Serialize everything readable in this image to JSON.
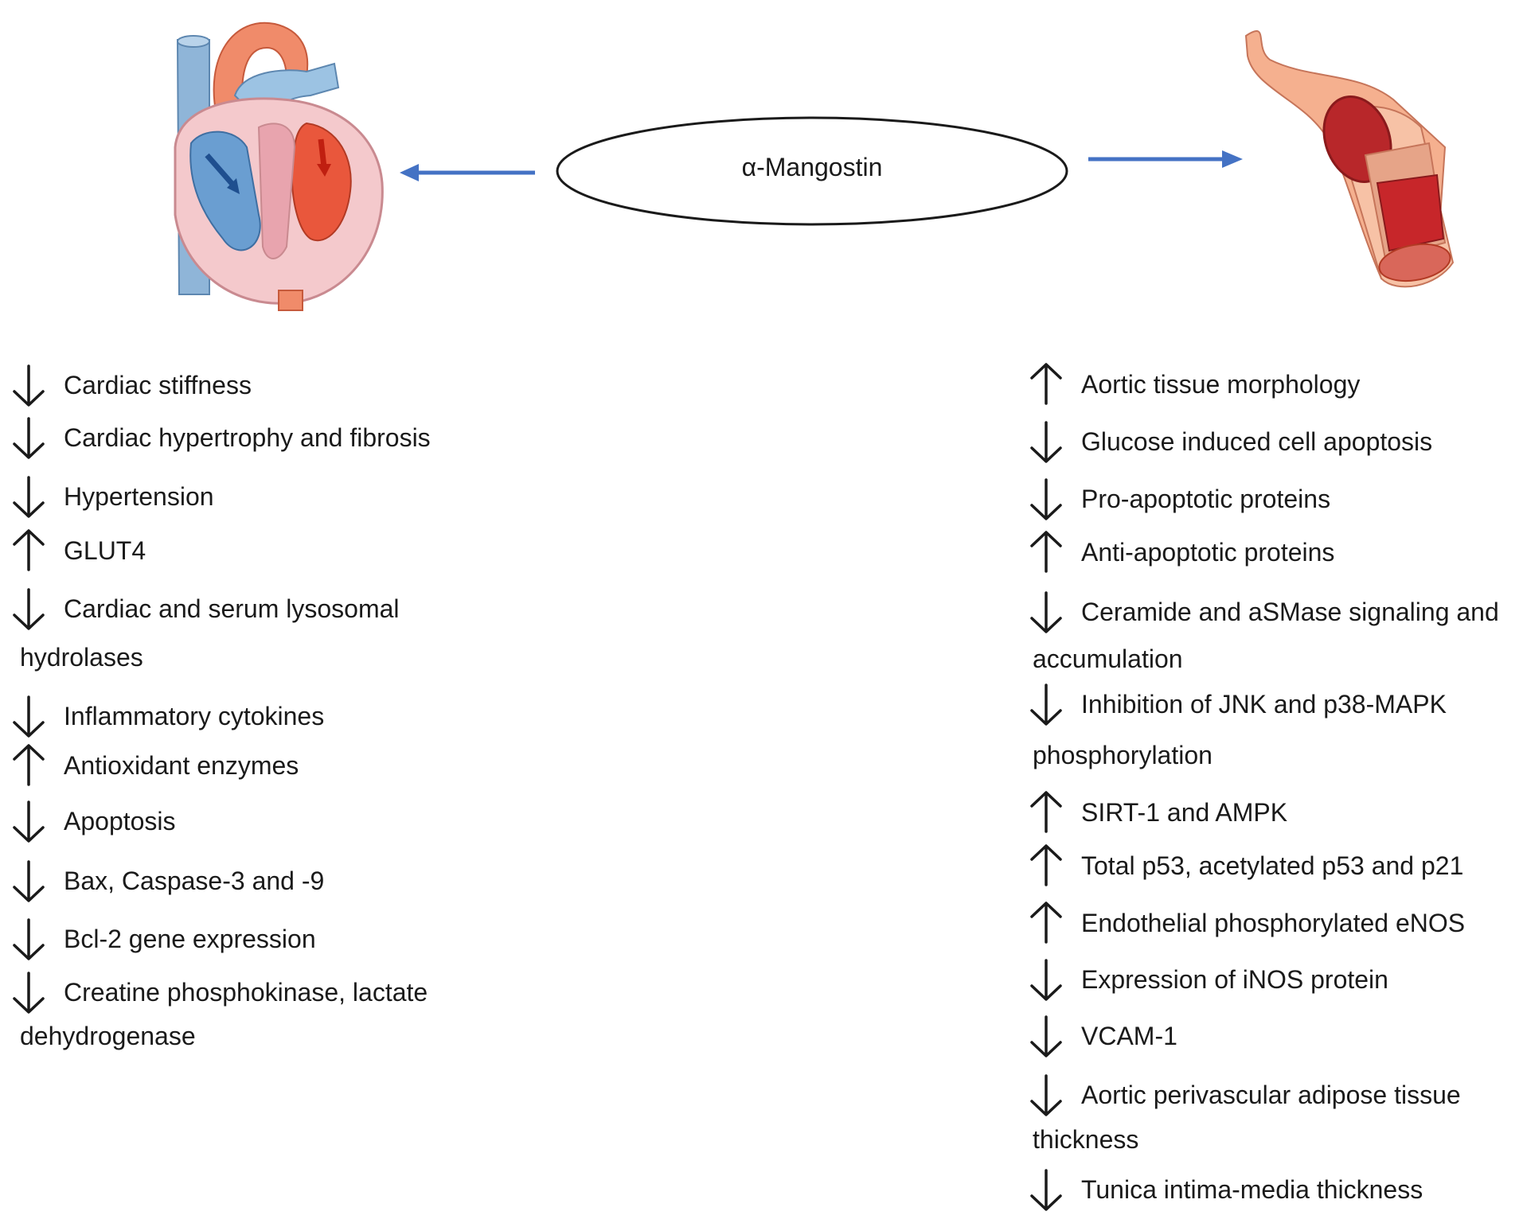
{
  "center": {
    "label": "α-Mangostin"
  },
  "left_items": [
    {
      "dir": "down",
      "text": "Cardiac stiffness"
    },
    {
      "dir": "down",
      "text": "Cardiac hypertrophy and fibrosis"
    },
    {
      "dir": "down",
      "text": "Hypertension"
    },
    {
      "dir": "up",
      "text": "GLUT4"
    },
    {
      "dir": "down",
      "text": "Cardiac and serum lysosomal",
      "cont": "hydrolases"
    },
    {
      "dir": "down",
      "text": "Inflammatory cytokines"
    },
    {
      "dir": "up",
      "text": "Antioxidant enzymes"
    },
    {
      "dir": "down",
      "text": "Apoptosis"
    },
    {
      "dir": "down",
      "text": "Bax, Caspase-3 and -9"
    },
    {
      "dir": "down",
      "text": "Bcl-2 gene expression"
    },
    {
      "dir": "down",
      "text": "Creatine phosphokinase, lactate",
      "cont": "dehydrogenase"
    }
  ],
  "right_items": [
    {
      "dir": "up",
      "text": "Aortic tissue morphology"
    },
    {
      "dir": "down",
      "text": "Glucose induced cell apoptosis"
    },
    {
      "dir": "down",
      "text": "Pro-apoptotic proteins"
    },
    {
      "dir": "up",
      "text": "Anti-apoptotic proteins"
    },
    {
      "dir": "down",
      "text": "Ceramide and aSMase signaling and",
      "cont": "accumulation"
    },
    {
      "dir": "down",
      "text": "Inhibition of JNK and p38-MAPK",
      "cont": "phosphorylation"
    },
    {
      "dir": "up",
      "text": "SIRT-1 and AMPK"
    },
    {
      "dir": "up",
      "text": "Total p53, acetylated p53 and p21"
    },
    {
      "dir": "up",
      "text": "Endothelial phosphorylated eNOS"
    },
    {
      "dir": "down",
      "text": "Expression of iNOS protein"
    },
    {
      "dir": "down",
      "text": "VCAM-1"
    },
    {
      "dir": "down",
      "text": "Aortic perivascular adipose tissue",
      "cont": "thickness"
    },
    {
      "dir": "down",
      "text": "Tunica intima-media thickness"
    }
  ],
  "colors": {
    "arrow_blue": "#4472c4",
    "text": "#1a1a1a"
  }
}
